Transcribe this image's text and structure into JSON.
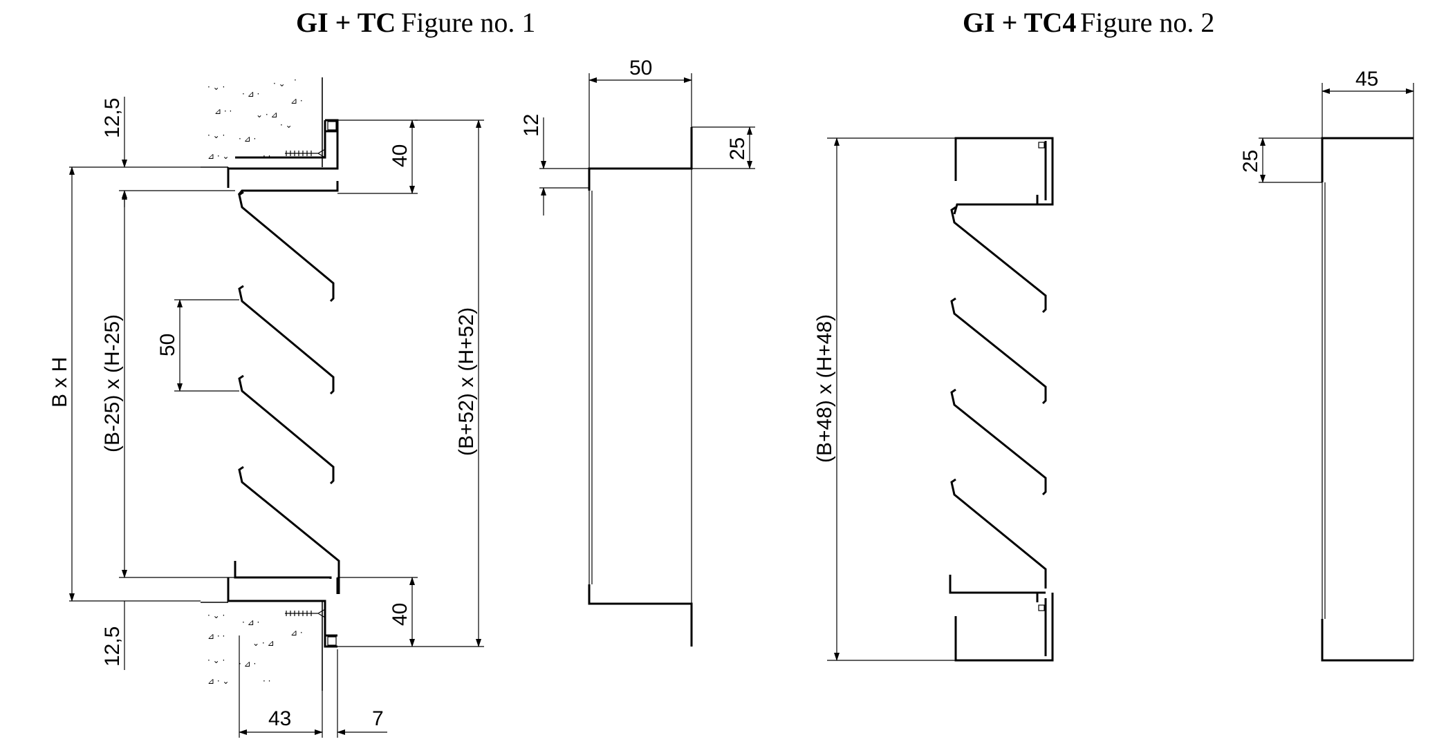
{
  "figure1": {
    "title_bold": "GI + TC",
    "title_rest": "Figure no. 1",
    "dims": {
      "top_gap": "12,5",
      "bottom_gap": "12,5",
      "frame_top": "40",
      "frame_bottom": "40",
      "overall": "B x H",
      "inner": "(B-25) x (H-25)",
      "outer": "(B+52) x (H+52)",
      "blade_pitch": "50",
      "depth": "43",
      "flange": "7",
      "side_width": "50",
      "side_offset": "12",
      "side_lip": "25"
    }
  },
  "figure2": {
    "title_bold": "GI + TC4",
    "title_rest": "Figure no. 2",
    "dims": {
      "outer": "(B+48) x (H+48)",
      "side_width": "45",
      "side_lip": "25"
    }
  }
}
